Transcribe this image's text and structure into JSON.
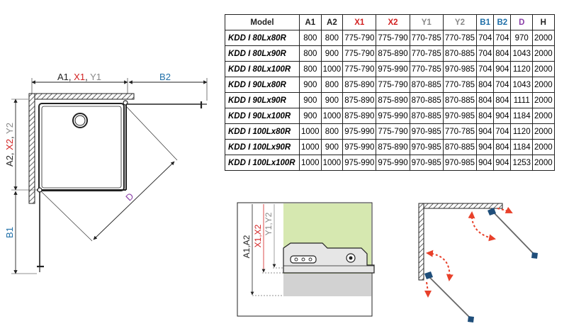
{
  "colors": {
    "a": "#222222",
    "x": "#d22020",
    "y": "#888888",
    "b": "#1f6fa8",
    "d": "#8a3fa8",
    "h": "#222222",
    "panel_green": "#d6e8b0",
    "arrow": "#e8402a",
    "handle": "#1f4e7a"
  },
  "table": {
    "columns": [
      {
        "key": "model",
        "label": "Model",
        "color": "a"
      },
      {
        "key": "a1",
        "label": "A1",
        "color": "a"
      },
      {
        "key": "a2",
        "label": "A2",
        "color": "a"
      },
      {
        "key": "x1",
        "label": "X1",
        "color": "x"
      },
      {
        "key": "x2",
        "label": "X2",
        "color": "x"
      },
      {
        "key": "y1",
        "label": "Y1",
        "color": "y"
      },
      {
        "key": "y2",
        "label": "Y2",
        "color": "y"
      },
      {
        "key": "b1",
        "label": "B1",
        "color": "b"
      },
      {
        "key": "b2",
        "label": "B2",
        "color": "b"
      },
      {
        "key": "d",
        "label": "D",
        "color": "d"
      },
      {
        "key": "h",
        "label": "H",
        "color": "h"
      }
    ],
    "rows": [
      [
        "KDD I 80Lx80R",
        "800",
        "800",
        "775-790",
        "775-790",
        "770-785",
        "770-785",
        "704",
        "704",
        "970",
        "2000"
      ],
      [
        "KDD I 80Lx90R",
        "800",
        "900",
        "775-790",
        "875-890",
        "770-785",
        "870-885",
        "704",
        "804",
        "1043",
        "2000"
      ],
      [
        "KDD I 80Lx100R",
        "800",
        "1000",
        "775-790",
        "975-990",
        "770-785",
        "970-985",
        "704",
        "904",
        "1120",
        "2000"
      ],
      [
        "KDD I 90Lx80R",
        "900",
        "800",
        "875-890",
        "775-790",
        "870-885",
        "770-785",
        "804",
        "704",
        "1043",
        "2000"
      ],
      [
        "KDD I 90Lx90R",
        "900",
        "900",
        "875-890",
        "875-890",
        "870-885",
        "870-885",
        "804",
        "804",
        "1111",
        "2000"
      ],
      [
        "KDD I 90Lx100R",
        "900",
        "1000",
        "875-890",
        "975-990",
        "870-885",
        "970-985",
        "804",
        "904",
        "1184",
        "2000"
      ],
      [
        "KDD I 100Lx80R",
        "1000",
        "800",
        "975-990",
        "775-790",
        "970-985",
        "770-785",
        "904",
        "704",
        "1120",
        "2000"
      ],
      [
        "KDD I 100Lx90R",
        "1000",
        "900",
        "975-990",
        "875-890",
        "970-985",
        "870-885",
        "904",
        "804",
        "1184",
        "2000"
      ],
      [
        "KDD I 100Lx100R",
        "1000",
        "1000",
        "975-990",
        "975-990",
        "970-985",
        "970-985",
        "904",
        "904",
        "1253",
        "2000"
      ]
    ]
  },
  "plan": {
    "top_label": {
      "a": "A1",
      "sep1": ", ",
      "x": "X1",
      "sep2": ", ",
      "y": "Y1"
    },
    "top_right_label": "B2",
    "left_label": {
      "a": "A2",
      "sep1": ", ",
      "x": "X2",
      "sep2": ", ",
      "y": "Y2"
    },
    "bottom_left_label": "B1",
    "diagonal_label": "D"
  },
  "detail": {
    "label_a": "A1,A2",
    "label_x": "X1,X2",
    "label_y": "Y1,Y2"
  }
}
